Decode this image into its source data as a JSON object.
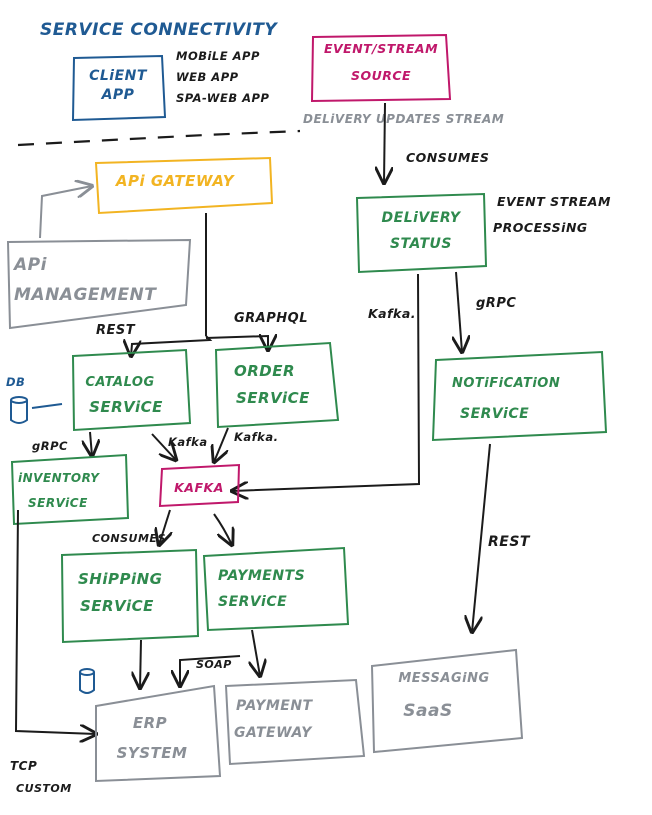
{
  "title": "SERVICE CONNECTIVITY",
  "colors": {
    "blue": "#1f5a93",
    "magenta": "#c0186b",
    "orange": "#f2b422",
    "green": "#2f8a4e",
    "gray": "#8a8f96",
    "black": "#1b1b1b"
  },
  "nodes": {
    "client_app": {
      "lines": [
        "CLiENT",
        "APP"
      ]
    },
    "event_source": {
      "lines": [
        "EVENT/STREAM",
        "SOURCE"
      ]
    },
    "api_gateway": {
      "lines": [
        "APi GATEWAY"
      ]
    },
    "api_management": {
      "lines": [
        "APi",
        "MANAGEMENT"
      ]
    },
    "delivery_status": {
      "lines": [
        "DELiVERY",
        "STATUS"
      ]
    },
    "catalog_service": {
      "lines": [
        "CATALOG",
        "SERViCE"
      ]
    },
    "order_service": {
      "lines": [
        "ORDER",
        "SERViCE"
      ]
    },
    "notification_service": {
      "lines": [
        "NOTiFiCATiON",
        "SERViCE"
      ]
    },
    "inventory_service": {
      "lines": [
        "iNVENTORY",
        "SERViCE"
      ]
    },
    "kafka": {
      "lines": [
        "KAFKA"
      ]
    },
    "shipping_service": {
      "lines": [
        "SHiPPiNG",
        "SERViCE"
      ]
    },
    "payments_service": {
      "lines": [
        "PAYMENTS",
        "SERViCE"
      ]
    },
    "erp_system": {
      "lines": [
        "ERP",
        "SYSTEM"
      ]
    },
    "payment_gateway": {
      "lines": [
        "PAYMENT",
        "GATEWAY"
      ]
    },
    "messaging_saas": {
      "lines": [
        "MESSAGiNG",
        "SaaS"
      ]
    }
  },
  "labels": {
    "client_types": [
      "MOBiLE APP",
      "WEB APP",
      "SPA-WEB APP"
    ],
    "delivery_updates_stream": "DELiVERY UPDATES STREAM",
    "consumes_top": "CONSUMES",
    "event_stream_processing": [
      "EVENT STREAM",
      "PROCESSiNG"
    ],
    "graphql": "GRAPHQL",
    "rest_catalog": "REST",
    "kafka_delivery": "Kafka.",
    "grpc_notification": "gRPC",
    "db": "DB",
    "grpc_inventory": "gRPC",
    "kafka_catalog": "Kafka",
    "kafka_order": "Kafka.",
    "consumes_shipping": "CONSUMES",
    "rest_saas": "REST",
    "soap": "SOAP",
    "tcp_custom": [
      "TCP",
      "CUSTOM"
    ]
  }
}
